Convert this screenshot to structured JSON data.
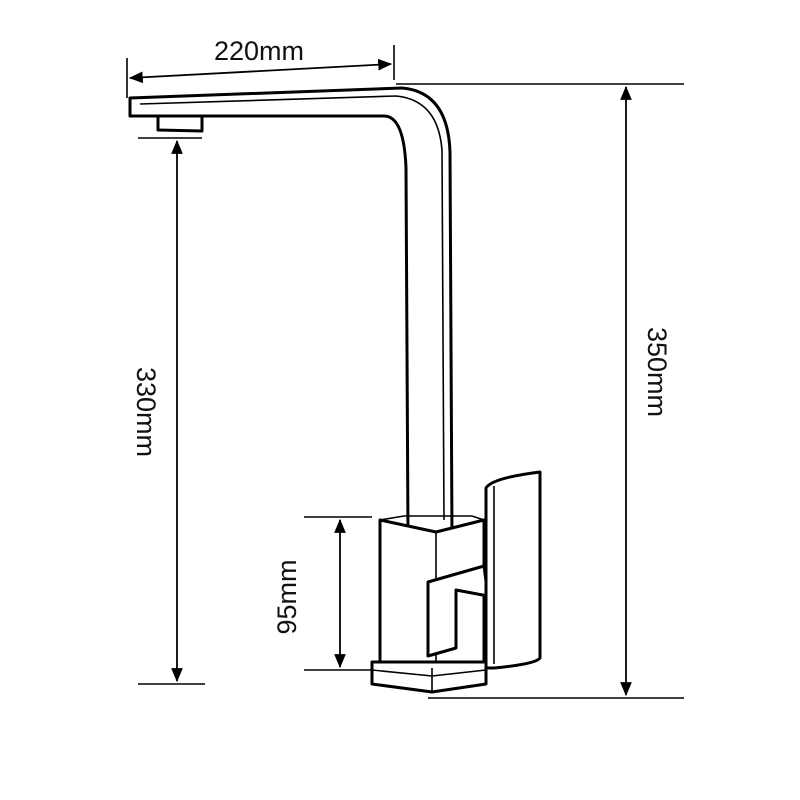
{
  "dimensions": {
    "spout_reach": "220mm",
    "spout_height": "330mm",
    "total_height": "350mm",
    "base_height": "95mm"
  },
  "colors": {
    "line": "#000000",
    "background": "#ffffff"
  }
}
